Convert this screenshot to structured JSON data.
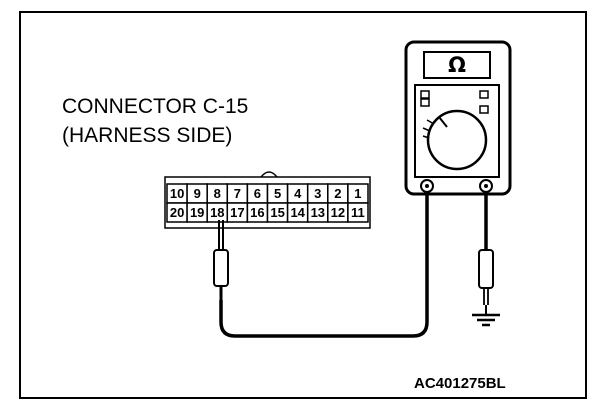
{
  "connector": {
    "title_line1": "CONNECTOR C-15",
    "title_line2": "(HARNESS SIDE)",
    "top_row_pins": [
      "10",
      "9",
      "8",
      "7",
      "6",
      "5",
      "4",
      "3",
      "2",
      "1"
    ],
    "bottom_row_pins": [
      "20",
      "19",
      "18",
      "17",
      "16",
      "15",
      "14",
      "13",
      "12",
      "11"
    ],
    "probed_pin": "18"
  },
  "meter": {
    "display_symbol": "Ω",
    "icon": "ohmmeter-icon"
  },
  "ground": {
    "icon": "ground-symbol-icon"
  },
  "reference_code": "AC401275BL"
}
